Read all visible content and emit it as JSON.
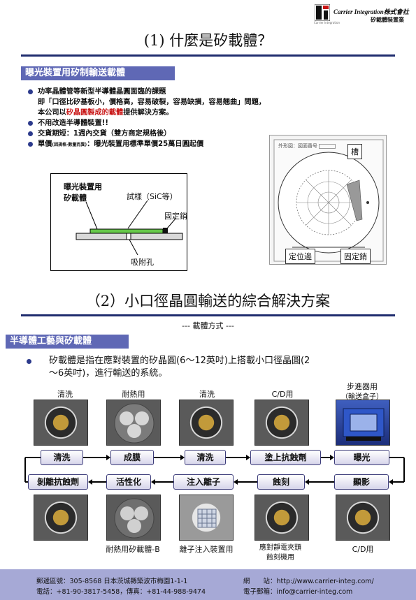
{
  "header": {
    "brand": "Carrier Integration株式會社",
    "brand_sub": "矽載體裝置業",
    "logo_sub": "Carrier Integration"
  },
  "section1": {
    "title": "(1) 什麼是矽載體？",
    "band": "曝光裝置用矽制輸送載體",
    "bullets": [
      {
        "text": "功率晶體管等新型半導體晶圓面臨的課題"
      },
      {
        "text": "即「口徑比矽基板小，價格高，容易破裂，容易缺損，容易翹曲」問題，"
      },
      {
        "pre": "本公司以",
        "red": "矽晶圓製成的載體",
        "post": "提供解決方案。"
      },
      {
        "text": "不用改造半導體裝置!!"
      },
      {
        "text": "交貨期短：1週內交貨（雙方商定規格後）"
      },
      {
        "pre": "單價",
        "tiny": "(因規格·數量而異)",
        "post": "：曝光裝置用標準單價25萬日圓起價"
      }
    ],
    "diagram1": {
      "label_carrier_1": "曝光裝置用",
      "label_carrier_2": "矽載體",
      "label_sample": "試樣（SiC等）",
      "label_pin": "固定銷",
      "label_hole": "吸附孔"
    },
    "diagram2": {
      "drawing_header": "外形図：図面番号 ",
      "label_groove": "槽",
      "label_flat": "定位邊",
      "label_pin": "固定銷"
    }
  },
  "section2": {
    "title": "（2）小口徑晶圓輸送的綜合解決方案",
    "subtitle": "--- 載體方式 ---",
    "band": "半導體工藝與矽載體",
    "paragraph_1": "矽載體是指在應對裝置的矽晶圓(6～12英吋)上搭載小口徑晶圓(2",
    "paragraph_2": "～6英吋)，進行輸送的系統。",
    "top_captions": [
      "清洗",
      "耐熱用",
      "清洗",
      "C/D用",
      "步進器用",
      "（輸送盒子）"
    ],
    "flow_top": [
      "清洗",
      "成膜",
      "清洗",
      "塗上抗蝕劑",
      "曝光"
    ],
    "flow_bottom": [
      "剝離抗蝕劑",
      "活性化",
      "注入離子",
      "蝕刻",
      "顯影"
    ],
    "bottom_captions": [
      "耐熱用矽載體-B",
      "離子注入裝置用",
      "應對靜電夾頭",
      "蝕刻機用",
      "C/D用"
    ]
  },
  "footer": {
    "address_label": "郵遞區號：",
    "address": "305-8568 日本茨城縣築波市梅園1-1-1",
    "phone": "電話：+81-90-3817-5458，傳真：+81-44-988-9474",
    "web_label": "網　　站：",
    "web": "http://www.carrier-integ.com/",
    "mail_label": "電子郵箱：",
    "mail": "info@carrier-integ.com"
  },
  "colors": {
    "band": "#5f68b5",
    "rule": "#1f2c6e",
    "footer": "#a6a9d6",
    "highlight": "#c81414"
  }
}
